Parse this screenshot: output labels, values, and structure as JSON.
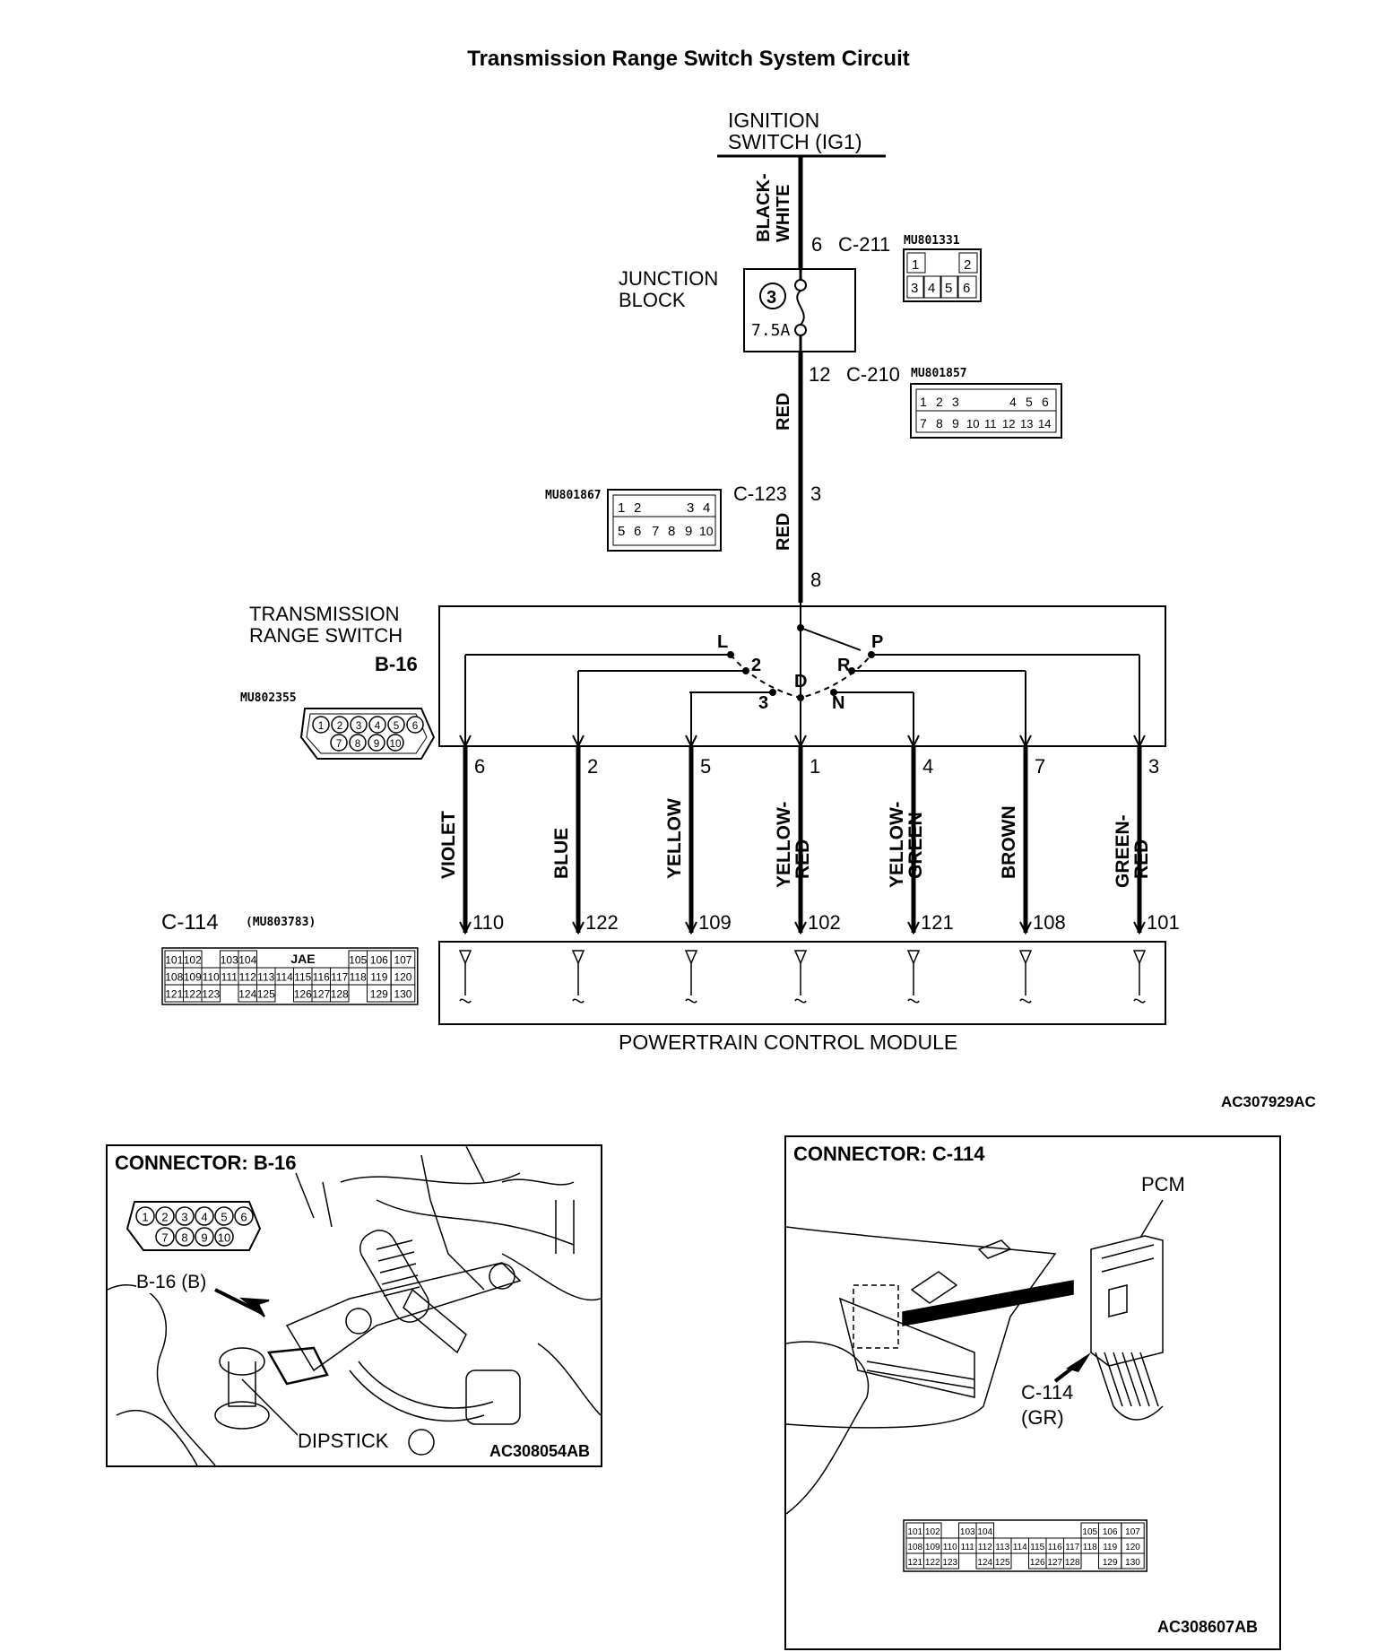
{
  "title": "Transmission Range Switch System Circuit",
  "ignition": {
    "line1": "IGNITION",
    "line2": "SWITCH (IG1)"
  },
  "wire_top": {
    "line1": "BLACK-",
    "line2": "WHITE"
  },
  "c211": {
    "pin": "6",
    "name": "C-211",
    "part": "MU801331",
    "cells": [
      "1",
      "2",
      "3",
      "4",
      "5",
      "6"
    ]
  },
  "junction": {
    "line1": "JUNCTION",
    "line2": "BLOCK",
    "fuse_no": "3",
    "fuse_rating": "7.5A"
  },
  "c210": {
    "pin": "12",
    "name": "C-210",
    "part": "MU801857",
    "row1": [
      "1",
      "2",
      "3",
      "4",
      "5",
      "6"
    ],
    "row2": [
      "7",
      "8",
      "9",
      "10",
      "11",
      "12",
      "13",
      "14"
    ]
  },
  "wire_red1": "RED",
  "c123": {
    "pin": "3",
    "name": "C-123",
    "part": "MU801867",
    "row1": [
      "1",
      "2",
      "3",
      "4"
    ],
    "row2": [
      "5",
      "6",
      "7",
      "8",
      "9",
      "10"
    ]
  },
  "wire_red2": "RED",
  "switch_input_pin": "8",
  "trs": {
    "line1": "TRANSMISSION",
    "line2": "RANGE SWITCH",
    "name": "B-16",
    "part": "MU802355",
    "row1": [
      "1",
      "2",
      "3",
      "4",
      "5",
      "6"
    ],
    "row2": [
      "7",
      "8",
      "9",
      "10"
    ]
  },
  "positions": {
    "L": "L",
    "P": "P",
    "2": "2",
    "R": "R",
    "D": "D",
    "3": "3",
    "N": "N"
  },
  "wires": [
    {
      "pin": "6",
      "color": "VIOLET",
      "color2": "",
      "pcm": "110"
    },
    {
      "pin": "2",
      "color": "BLUE",
      "color2": "",
      "pcm": "122"
    },
    {
      "pin": "5",
      "color": "YELLOW",
      "color2": "",
      "pcm": "109"
    },
    {
      "pin": "1",
      "color": "YELLOW-",
      "color2": "RED",
      "pcm": "102"
    },
    {
      "pin": "4",
      "color": "YELLOW-",
      "color2": "GREEN",
      "pcm": "121"
    },
    {
      "pin": "7",
      "color": "BROWN",
      "color2": "",
      "pcm": "108"
    },
    {
      "pin": "3",
      "color": "GREEN-",
      "color2": "RED",
      "pcm": "101"
    }
  ],
  "c114": {
    "name": "C-114",
    "part": "(MU803783)",
    "jae": "JAE",
    "row1": [
      "101",
      "102",
      "",
      "103",
      "104",
      "",
      "",
      "",
      "",
      "",
      "105",
      "106",
      "107"
    ],
    "row2": [
      "108",
      "109",
      "110",
      "111",
      "112",
      "113",
      "114",
      "115",
      "116",
      "117",
      "118",
      "119",
      "120"
    ],
    "row3": [
      "121",
      "122",
      "123",
      "",
      "124",
      "125",
      "",
      "126",
      "127",
      "128",
      "",
      "129",
      "130"
    ]
  },
  "pcm_label": "POWERTRAIN CONTROL MODULE",
  "figure_code_main": "AC307929AC",
  "panel_left": {
    "title": "CONNECTOR: B-16",
    "row1": [
      "1",
      "2",
      "3",
      "4",
      "5",
      "6"
    ],
    "row2": [
      "7",
      "8",
      "9",
      "10"
    ],
    "callout": "B-16 (B)",
    "dipstick": "DIPSTICK",
    "code": "AC308054AB"
  },
  "panel_right": {
    "title": "CONNECTOR: C-114",
    "pcm": "PCM",
    "callout1": "C-114",
    "callout2": "(GR)",
    "code": "AC308607AB"
  }
}
